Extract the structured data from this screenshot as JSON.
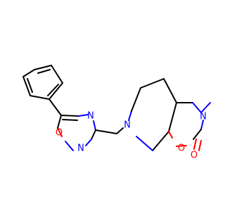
{
  "atoms": {
    "n_ring_amine": {
      "symbol": "N",
      "color": "#0000ff"
    },
    "n_methyl": {
      "symbol": "N",
      "color": "#0000ff"
    },
    "n_oxadiazole_3": {
      "symbol": "N",
      "color": "#0000ff"
    },
    "n_oxadiazole_2": {
      "symbol": "N",
      "color": "#0000ff"
    },
    "o_oxadiazole": {
      "symbol": "O",
      "color": "#ff0000"
    },
    "o_ring": {
      "symbol": "O",
      "color": "#ff0000"
    },
    "o_carbonyl": {
      "symbol": "O",
      "color": "#ff0000"
    }
  },
  "colors": {
    "carbon_bond": "#000000",
    "nitrogen": "#0000ff",
    "oxygen": "#ff0000",
    "background": "#ffffff"
  }
}
